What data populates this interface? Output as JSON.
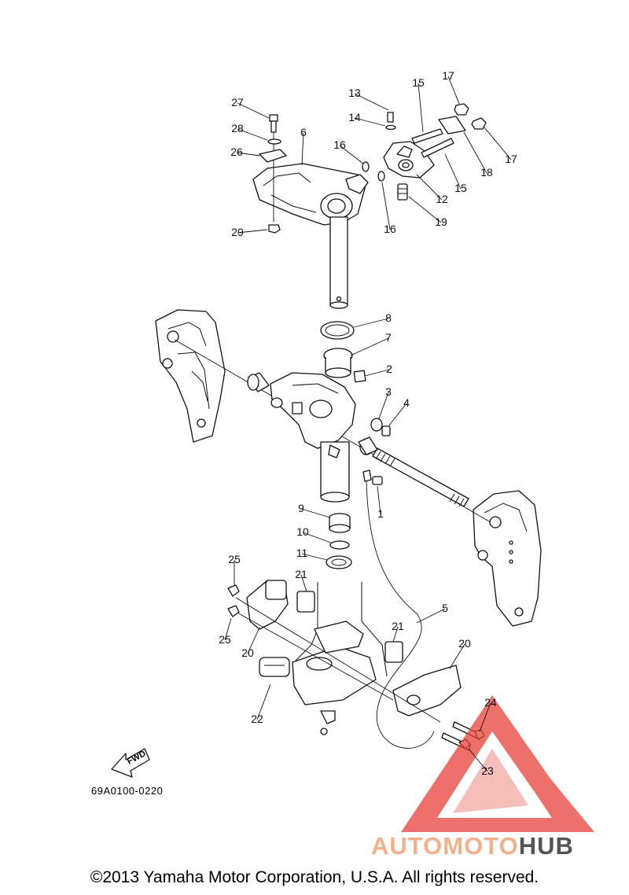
{
  "diagram": {
    "part_code": "69A0100-0220",
    "fwd_label": "FWD",
    "copyright": "©2013 Yamaha Motor Corporation, U.S.A. All rights reserved.",
    "watermark": {
      "left": "AUTOMOTO",
      "right": "HUB",
      "colors": {
        "triangle": "#e8413a",
        "accent": "#f3b08a",
        "dark": "#555555"
      }
    },
    "callouts": [
      "1",
      "2",
      "3",
      "4",
      "5",
      "6",
      "7",
      "8",
      "9",
      "10",
      "11",
      "12",
      "13",
      "14",
      "15",
      "15",
      "16",
      "16",
      "17",
      "17",
      "18",
      "19",
      "20",
      "20",
      "21",
      "21",
      "22",
      "23",
      "24",
      "25",
      "25",
      "26",
      "27",
      "28",
      "29"
    ]
  }
}
